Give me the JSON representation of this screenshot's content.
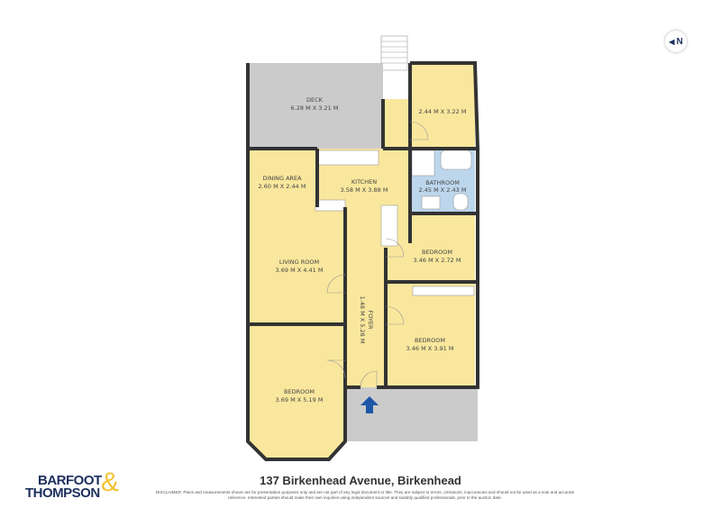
{
  "address": "137 Birkenhead Avenue, Birkenhead",
  "disclaimer": "DISCLAIMER: Plans and measurements shown are for presentation purposes only and are not part of any legal document or title. They are subject to errors, omissions, inaccuracies and should not be used as a sole and accurate reference. Interested parties should make their own inquiries using independent sources and suitably qualified professionals, prior to the auction date.",
  "logo": {
    "line1": "BARFOOT",
    "line2": "THOMPSON",
    "amp": "&"
  },
  "compass": {
    "label": "N",
    "icon": "north-arrow-icon"
  },
  "colors": {
    "room": "#f9e79d",
    "wet": "#bcd6ec",
    "outdoor": "#cbcbcb",
    "wall": "#333333",
    "entry_arrow": "#1e56a8"
  },
  "rooms": {
    "deck": {
      "name": "DECK",
      "size": "6.28 M X 3.21 M"
    },
    "bedroom_top": {
      "name": "",
      "size": "2.44 M X 3.22 M"
    },
    "dining": {
      "name": "DINING AREA",
      "size": "2.60 M X 2.44 M"
    },
    "kitchen": {
      "name": "KITCHEN",
      "size": "3.58 M X 3.88 M"
    },
    "bathroom": {
      "name": "BATHROOM",
      "size": "2.45 M X 2.43 M"
    },
    "living": {
      "name": "LIVING ROOM",
      "size": "3.69 M X 4.41 M"
    },
    "bedroom2": {
      "name": "BEDROOM",
      "size": "3.46 M X 2.72 M"
    },
    "foyer": {
      "name": "FOYER",
      "size": "1.48 M X 5.28 M"
    },
    "bedroom3": {
      "name": "BEDROOM",
      "size": "3.46 M X 3.91 M"
    },
    "bedroom1": {
      "name": "BEDROOM",
      "size": "3.69 M X 5.19 M"
    }
  }
}
